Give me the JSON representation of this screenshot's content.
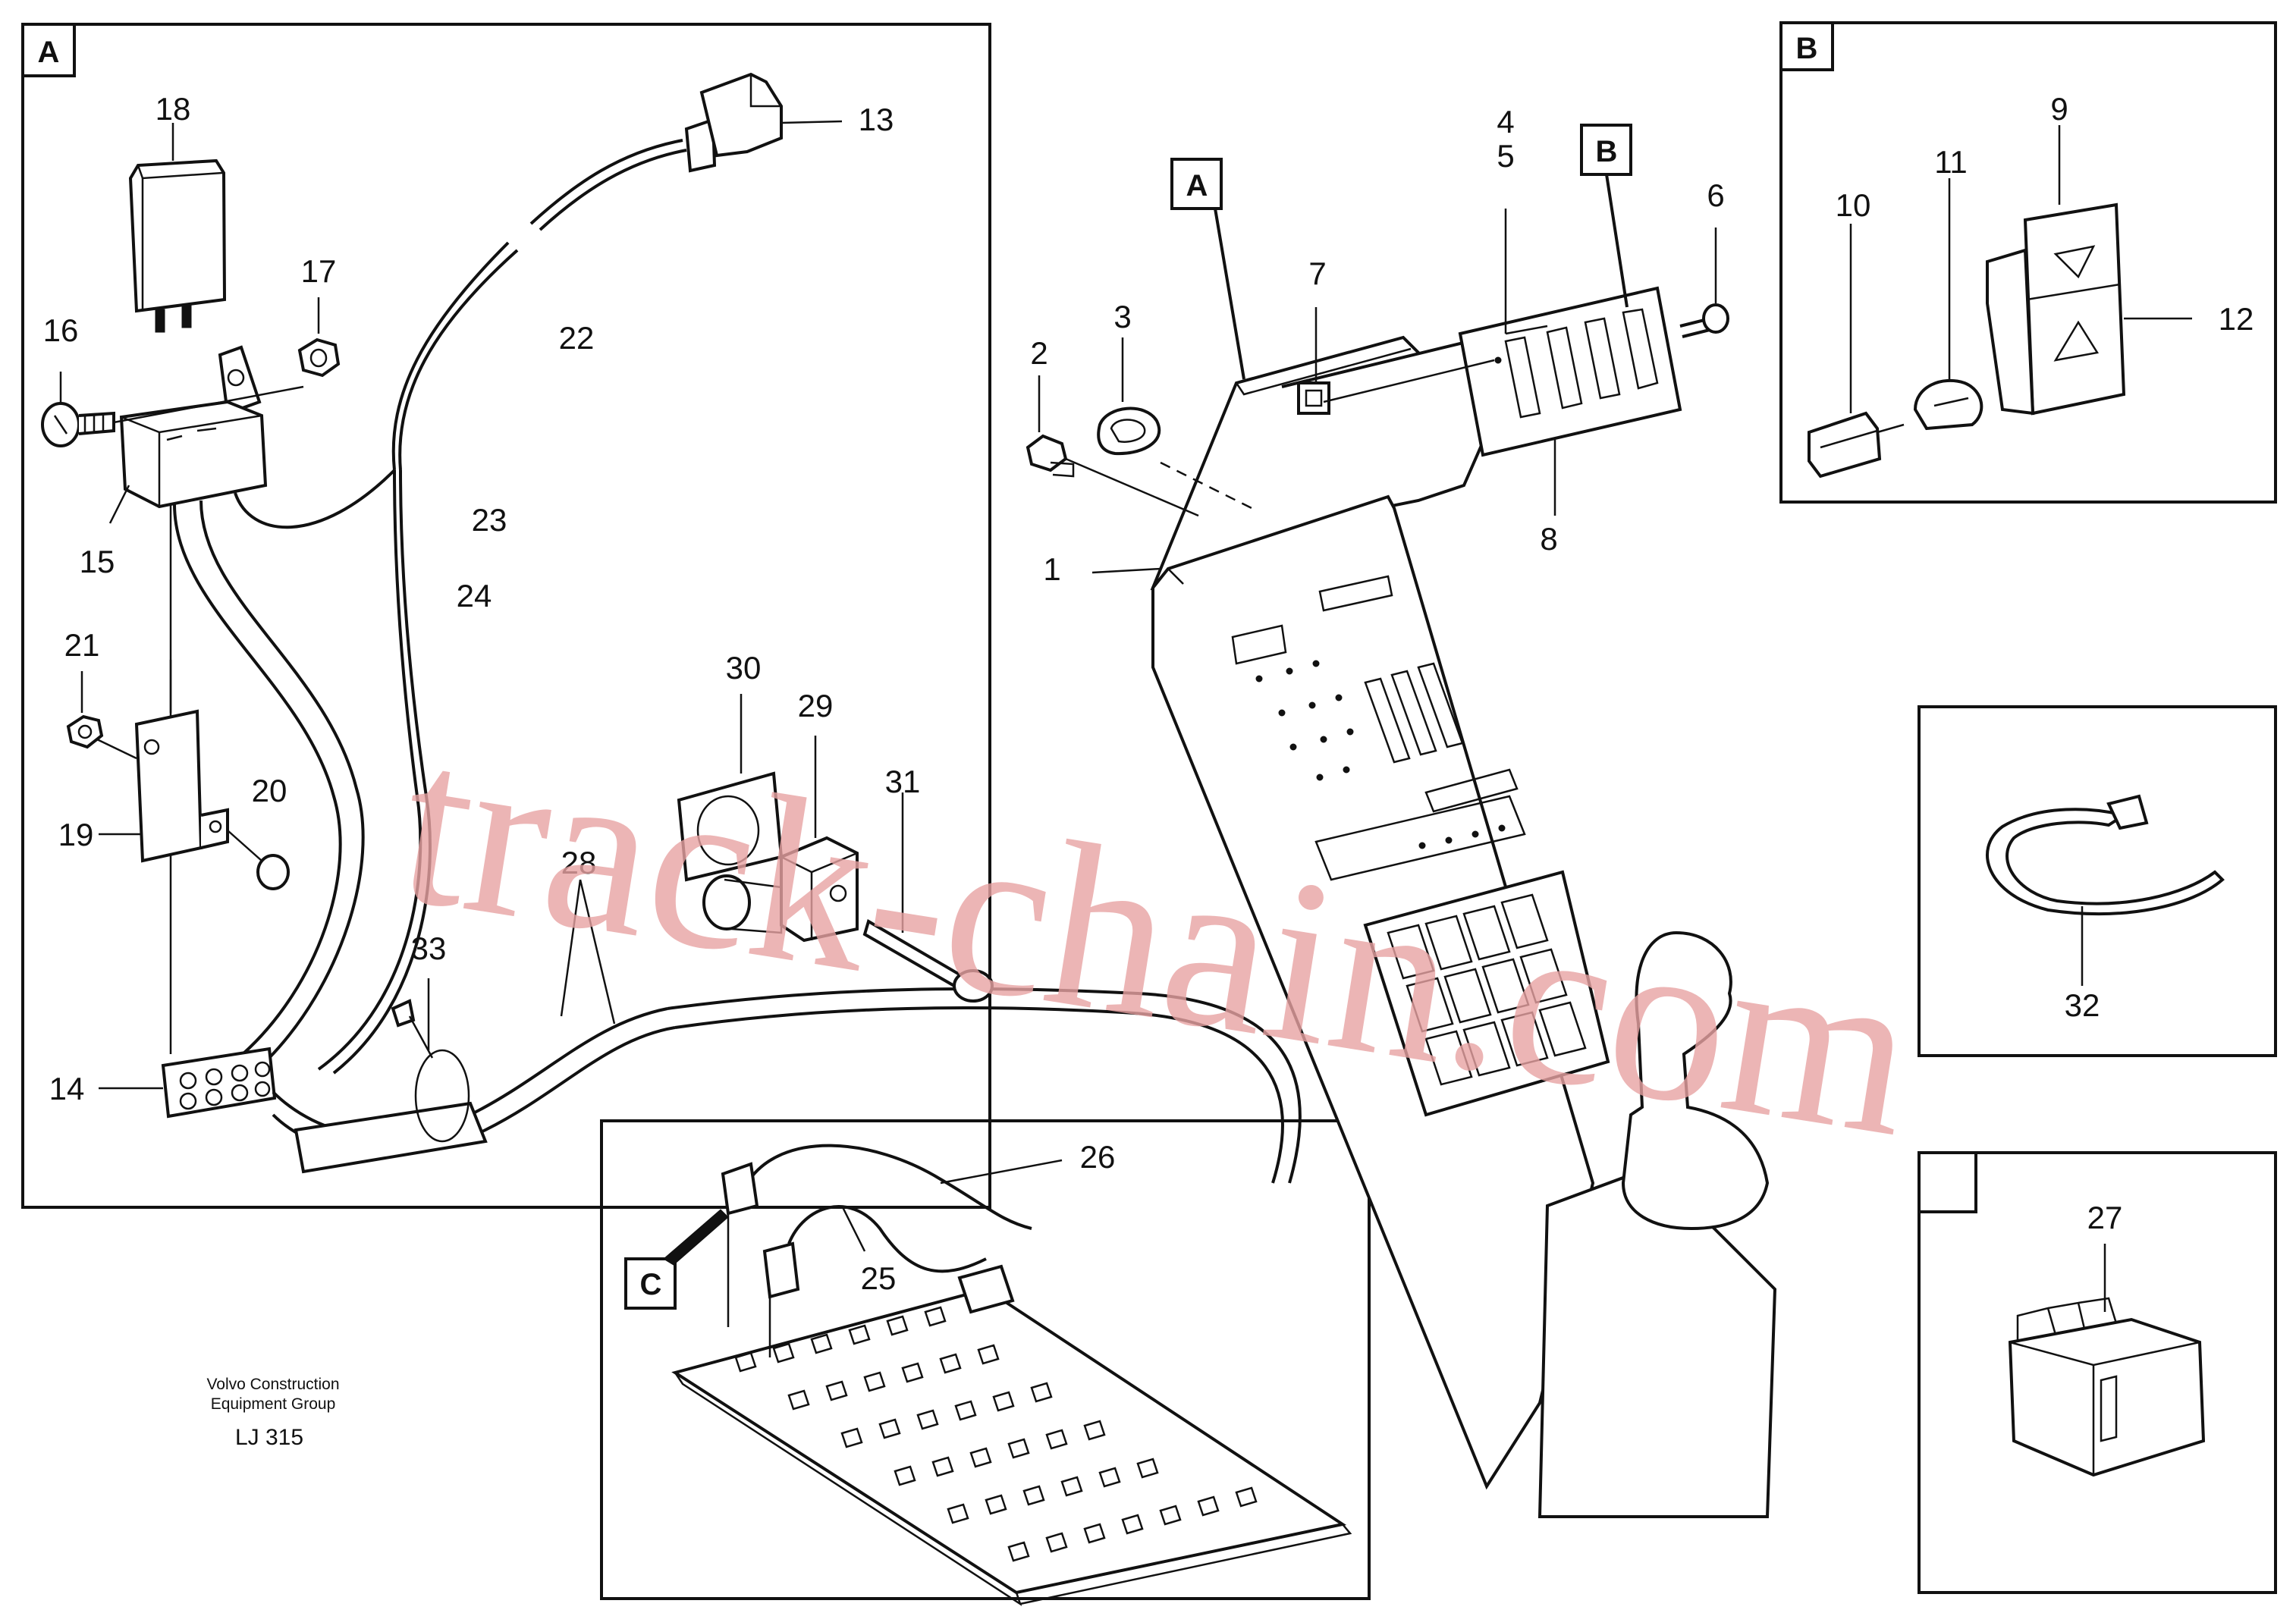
{
  "panel_labels": {
    "a_panel": "A",
    "a_pointer": "A",
    "b_panel": "B",
    "b_pointer": "B",
    "c_pointer": "C"
  },
  "callouts": {
    "c1": "1",
    "c2": "2",
    "c3": "3",
    "c4": "4",
    "c5": "5",
    "c6": "6",
    "c7": "7",
    "c8": "8",
    "c9": "9",
    "c10": "10",
    "c11": "11",
    "c12": "12",
    "c13": "13",
    "c14": "14",
    "c15": "15",
    "c16": "16",
    "c17": "17",
    "c18": "18",
    "c19": "19",
    "c20": "20",
    "c21": "21",
    "c22": "22",
    "c23": "23",
    "c24": "24",
    "c25": "25",
    "c26": "26",
    "c27": "27",
    "c28": "28",
    "c29": "29",
    "c30": "30",
    "c31": "31",
    "c32": "32",
    "c33": "33"
  },
  "credit": {
    "line1": "Volvo Construction",
    "line2": "Equipment Group",
    "code": "LJ 315"
  },
  "watermark": "track-chain.com",
  "colors": {
    "line": "#111111",
    "watermark": "#e8a3a3"
  }
}
